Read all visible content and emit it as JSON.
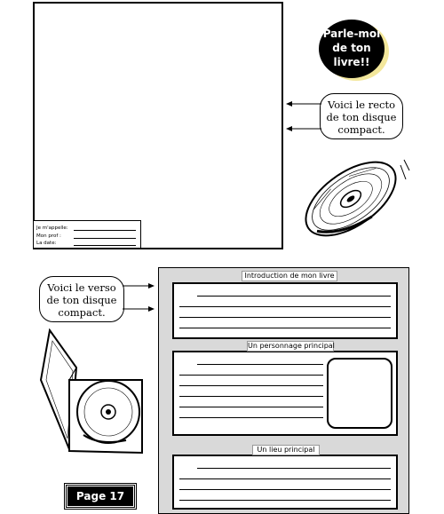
{
  "front": {
    "name_label": "Je m'appelle:",
    "teacher_label": "Mon prof :",
    "date_label": "La date:"
  },
  "badge": {
    "line1": "Parle-moi",
    "line2": "de ton",
    "line3": "livre!!"
  },
  "callout_front": {
    "line1": "Voici le recto",
    "line2": "de ton disque",
    "line3": "compact."
  },
  "callout_back": {
    "line1": "Voici le verso",
    "line2": "de ton disque",
    "line3": "compact."
  },
  "back": {
    "intro_title": "Introduction de mon livre",
    "character_title": "Un personnage principal",
    "place_title": "Un lieu principal"
  },
  "page_label": "Page 17",
  "colors": {
    "badge_glow": "#f3e79b",
    "back_panel": "#d9d9d9"
  }
}
